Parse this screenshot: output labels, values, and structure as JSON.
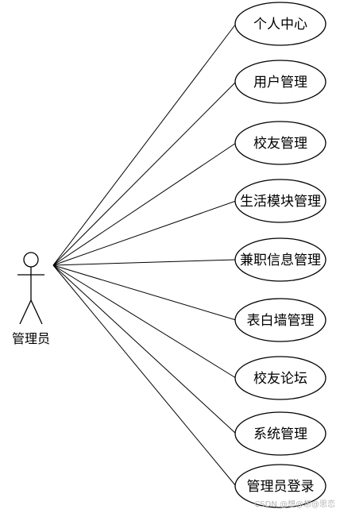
{
  "actor": {
    "name": "管理员"
  },
  "use_cases": [
    {
      "label": "个人中心"
    },
    {
      "label": "用户管理"
    },
    {
      "label": "校友管理"
    },
    {
      "label": "生活模块管理"
    },
    {
      "label": "兼职信息管理"
    },
    {
      "label": "表白墙管理"
    },
    {
      "label": "校友论坛"
    },
    {
      "label": "系统管理"
    },
    {
      "label": "管理员登录"
    }
  ],
  "watermark": "CSDN @想@想@思恋",
  "colors": {
    "stroke": "#000000",
    "background": "#ffffff",
    "watermark": "#b5b5b5"
  }
}
